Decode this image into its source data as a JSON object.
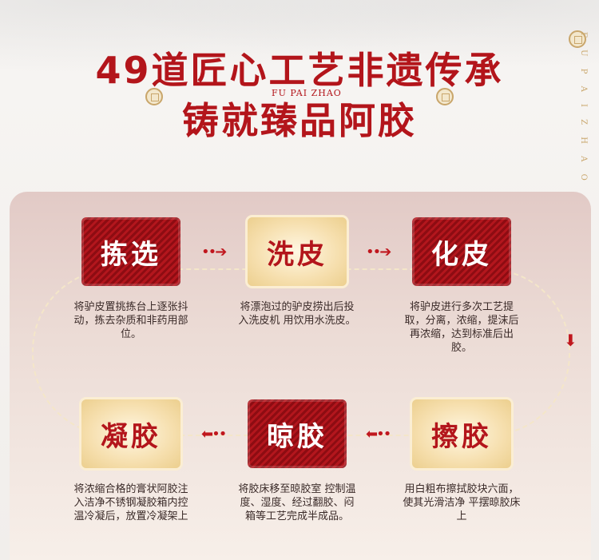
{
  "header": {
    "line1": "49道匠心工艺非遗传承",
    "line2": "铸就臻品阿胶",
    "brand": "FU PAI ZHAO",
    "side_text": "F U P A I Z H A O"
  },
  "steps": [
    {
      "name": "拣选",
      "desc": "将驴皮置挑拣台上逐张抖动，拣去杂质和非药用部位。",
      "style": "red"
    },
    {
      "name": "洗皮",
      "desc": "将漂泡过的驴皮捞出后投入洗皮机 用饮用水洗皮。",
      "style": "gold"
    },
    {
      "name": "化皮",
      "desc": "将驴皮进行多次工艺提取，分离，浓缩，提沫后再浓缩，达到标准后出胶。",
      "style": "red"
    },
    {
      "name": "擦胶",
      "desc": "用白粗布擦拭胶块六面，使其光滑洁净 平摆晾胶床上",
      "style": "gold"
    },
    {
      "name": "晾胶",
      "desc": "将胶床移至晾胶室 控制温度、湿度、经过翻胶、闷箱等工艺完成半成品。",
      "style": "red"
    },
    {
      "name": "凝胶",
      "desc": "将浓缩合格的膏状阿胶注入洁净不锈钢凝胶箱内控温冷凝后，放置冷凝架上",
      "style": "gold"
    }
  ],
  "arrows": {
    "right": "••➔",
    "left": "⬅••",
    "down": "⬇"
  },
  "colors": {
    "accent": "#b3151b",
    "gold": "#f6dfae"
  }
}
